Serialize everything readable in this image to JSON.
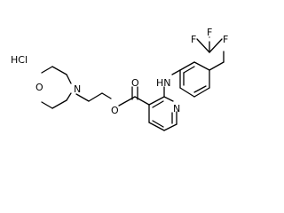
{
  "molecule": {
    "salt_label": "HCl",
    "atoms": {
      "morpholine_o": "O",
      "morpholine_n": "N",
      "ester_ring_o": "O",
      "carbonyl_o": "O",
      "amine": "HN",
      "pyridine_n": "N",
      "f_top": "F",
      "f_left": "F",
      "f_right": "F"
    }
  },
  "colors": {
    "bond": "#000000",
    "background": "#ffffff"
  }
}
